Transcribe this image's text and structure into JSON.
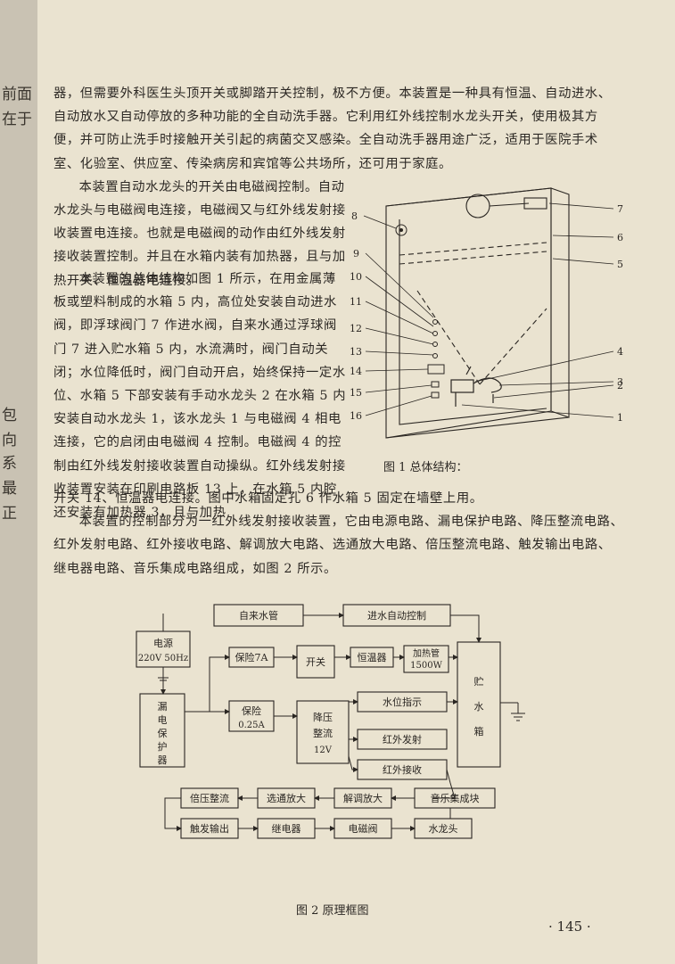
{
  "gutter": {
    "lines": [
      "前面",
      "在于",
      "",
      "",
      "",
      "",
      "",
      "",
      "",
      "",
      "",
      "",
      "",
      "",
      "",
      "",
      "包",
      "向",
      "系",
      "最",
      "正"
    ]
  },
  "para1": "器，但需要外科医生头顶开关或脚踏开关控制，极不方便。本装置是一种具有恒温、自动进水、自动放水又自动停放的多种功能的全自动洗手器。它利用红外线控制水龙头开关，使用极其方便，并可防止洗手时接触开关引起的病菌交叉感染。全自动洗手器用途广泛，适用于医院手术室、化验室、供应室、传染病房和宾馆等公共场所，还可用于家庭。",
  "para2": "本装置自动水龙头的开关由电磁阀控制。自动水龙头与电磁阀电连接，电磁阀又与红外线发射接收装置电连接。也就是电磁阀的动作由红外线发射接收装置控制。并且在水箱内装有加热器，且与加热开关、恒温器电连接。",
  "para3": "本装置的总体结构如图 1 所示，在用金属薄板或塑料制成的水箱 5 内，高位处安装自动进水阀，即浮球阀门 7 作进水阀，自来水通过浮球阀门 7 进入贮水箱 5 内，水流满时，阀门自动关闭；水位降低时，阀门自动开启，始终保持一定水位、水箱 5 下部安装有手动水龙头 2 在水箱 5 内安装自动水龙头 1，该水龙头 1 与电磁阀 4 相电连接，它的启闭由电磁阀 4 控制。电磁阀 4 的控制由红外线发射接收装置自动操纵。红外线发射接收装置安装在印刷电路板 13 上，在水箱 5 内腔还安装有加热器 3，且与加热",
  "para3b": "开关 14、恒温器电连接。图中水箱固定孔 6 作水箱 5 固定在墙壁上用。",
  "para4": "本装置的控制部分为一红外线发射接收装置，它由电源电路、漏电保护电路、降压整流电路、红外发射电路、红外接收电路、解调放大电路、选通放大电路、倍压整流电路、触发输出电路、继电器电路、音乐集成电路组成，如图 2 所示。",
  "fig1": {
    "caption": "图 1   总体结构：",
    "labels_left": [
      "8",
      "9",
      "10",
      "11",
      "12",
      "13",
      "14",
      "15",
      "16"
    ],
    "labels_right": [
      "7",
      "6",
      "5",
      "4",
      "3",
      "2",
      "1"
    ]
  },
  "fig2": {
    "caption": "图 2   原理框图",
    "blocks": {
      "tap_water": "自来水管",
      "inlet_ctrl": "进水自动控制",
      "power1": "电源",
      "power2": "220V 50Hz",
      "fuse1": "保险7A",
      "switch": "开关",
      "thermostat": "恒温器",
      "heater1": "加热管",
      "heater2": "1500W",
      "tank1": "贮",
      "tank2": "水",
      "tank3": "箱",
      "leak1": "漏",
      "leak2": "电",
      "leak3": "保",
      "leak4": "护",
      "leak5": "器",
      "fuse2a": "保险",
      "fuse2b": "0.25A",
      "rect1": "降压",
      "rect2": "整流",
      "rect3": "12V",
      "water_level": "水位指示",
      "ir_tx": "红外发射",
      "ir_rx": "红外接收",
      "music": "音乐集成块",
      "doubler": "倍压整流",
      "gating": "选通放大",
      "demod": "解调放大",
      "trigger": "触发输出",
      "relay": "继电器",
      "solenoid": "电磁阀",
      "faucet": "水龙头"
    }
  },
  "page_number": "· 145 ·"
}
